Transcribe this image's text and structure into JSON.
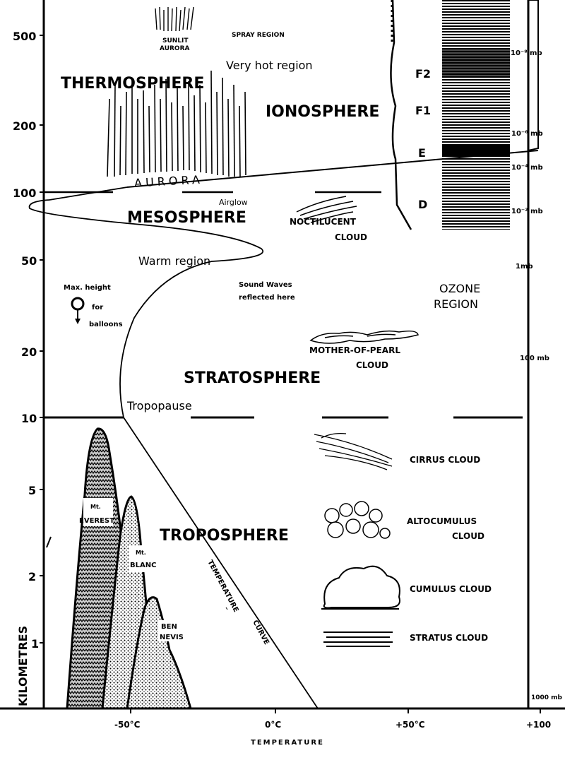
{
  "title": "Structure of the atmosphere",
  "axes": {
    "y_label": "KILOMETRES",
    "y_ticks": [
      "500",
      "200",
      "100",
      "50",
      "20",
      "10",
      "5",
      "2",
      "1"
    ],
    "x_label": "TEMPERATURE",
    "x_ticks": [
      "-50°C",
      "0°C",
      "+50°C",
      "+100"
    ]
  },
  "layers": {
    "thermosphere": "THERMOSPHERE",
    "ionosphere": "IONOSPHERE",
    "mesosphere": "MESOSPHERE",
    "stratosphere": "STRATOSPHERE",
    "troposphere": "TROPOSPHERE",
    "tropopause": "Tropopause",
    "ozone_1": "OZONE",
    "ozone_2": "REGION"
  },
  "ionosphere_layers": [
    "F2",
    "F1",
    "E",
    "D"
  ],
  "pressure_labels": [
    "10⁻⁸ mb",
    "10⁻⁶ mb",
    "10⁻⁴ mb",
    "10⁻² mb",
    "1mb",
    "100 mb",
    "1000 mb"
  ],
  "annotations": {
    "sunlit_1": "SUNLIT",
    "sunlit_2": "AURORA",
    "spray": "SPRAY REGION",
    "very_hot": "Very hot region",
    "aurora": "AURORA",
    "airglow": "Airglow",
    "noctilucent_1": "NOCTILUCENT",
    "noctilucent_2": "CLOUD",
    "warm": "Warm  region",
    "sound_1": "Sound Waves",
    "sound_2": "reflected here",
    "balloon_1": "Max. height",
    "balloon_2": "for",
    "balloon_3": "balloons",
    "pearl_1": "MOTHER-OF-PEARL",
    "pearl_2": "CLOUD",
    "temp_curve_1": "TEMPERATURE",
    "temp_curve_2": "CURVE"
  },
  "clouds": {
    "cirrus": "CIRRUS  CLOUD",
    "alto_1": "ALTOCUMULUS",
    "alto_2": "CLOUD",
    "cumulus": "CUMULUS  CLOUD",
    "stratus": "STRATUS  CLOUD"
  },
  "mountains": {
    "everest_1": "Mt.",
    "everest_2": "EVEREST",
    "blanc_1": "Mt.",
    "blanc_2": "BLANC",
    "nevis_1": "BEN",
    "nevis_2": "NEVIS"
  }
}
